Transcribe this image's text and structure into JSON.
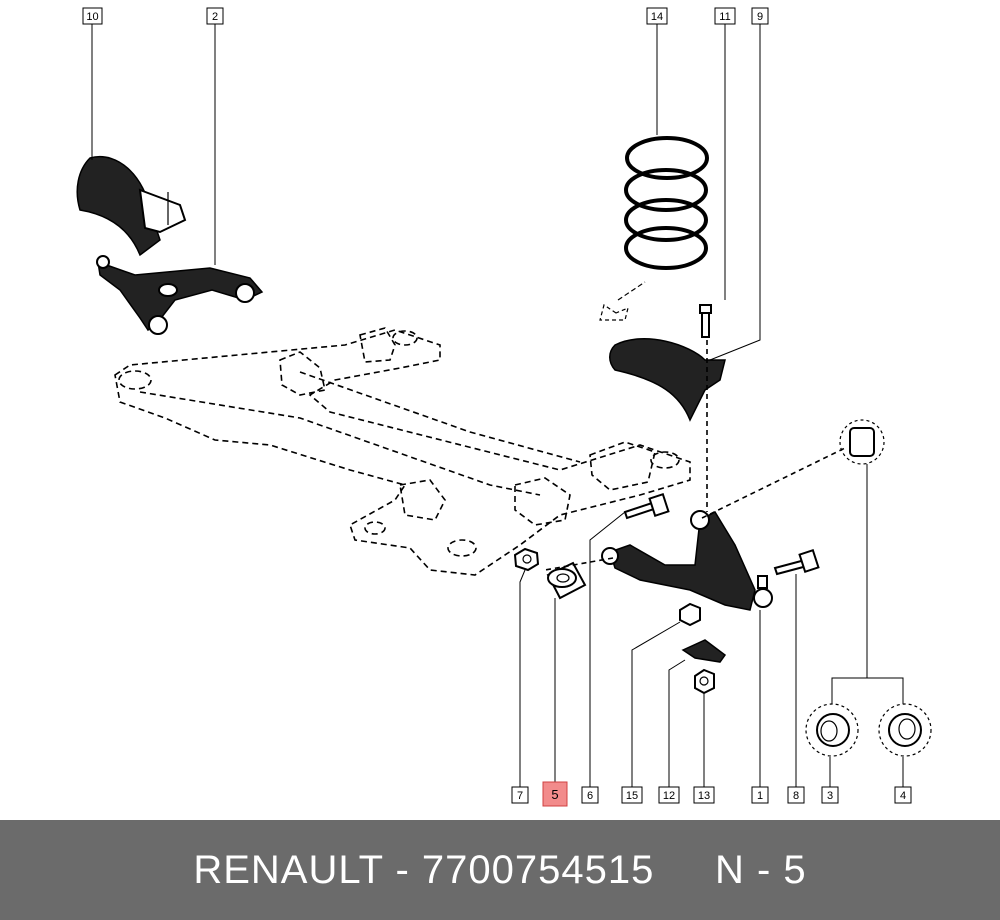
{
  "footer": {
    "brand": "RENAULT",
    "separator": "-",
    "part_number": "7700754515",
    "position_label": "N - 5"
  },
  "highlight_color": "#f28b8b",
  "callouts": [
    {
      "id": "10",
      "highlighted": false
    },
    {
      "id": "2",
      "highlighted": false
    },
    {
      "id": "14",
      "highlighted": false
    },
    {
      "id": "11",
      "highlighted": false
    },
    {
      "id": "9",
      "highlighted": false
    },
    {
      "id": "7",
      "highlighted": false
    },
    {
      "id": "5",
      "highlighted": true
    },
    {
      "id": "6",
      "highlighted": false
    },
    {
      "id": "15",
      "highlighted": false
    },
    {
      "id": "12",
      "highlighted": false
    },
    {
      "id": "13",
      "highlighted": false
    },
    {
      "id": "1",
      "highlighted": false
    },
    {
      "id": "8",
      "highlighted": false
    },
    {
      "id": "3",
      "highlighted": false
    },
    {
      "id": "4",
      "highlighted": false
    }
  ]
}
